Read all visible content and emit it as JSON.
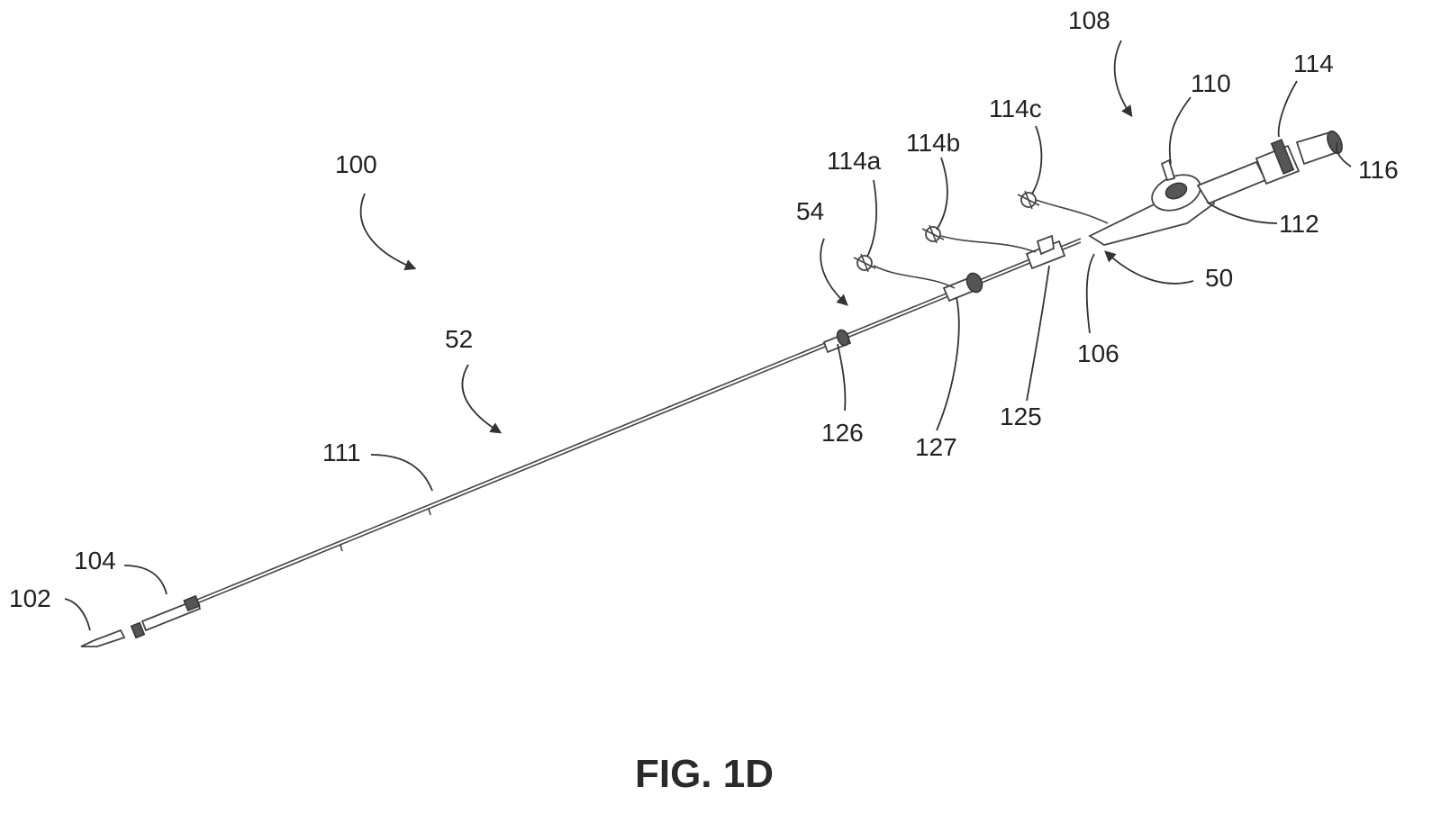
{
  "figure": {
    "caption": "FIG. 1D",
    "labels": {
      "n100": "100",
      "n52": "52",
      "n54": "54",
      "n50": "50",
      "n108": "108",
      "n110": "110",
      "n114": "114",
      "n116": "116",
      "n112": "112",
      "n114a": "114a",
      "n114b": "114b",
      "n114c": "114c",
      "n106": "106",
      "n125": "125",
      "n126": "126",
      "n127": "127",
      "n111": "111",
      "n104": "104",
      "n102": "102"
    }
  }
}
